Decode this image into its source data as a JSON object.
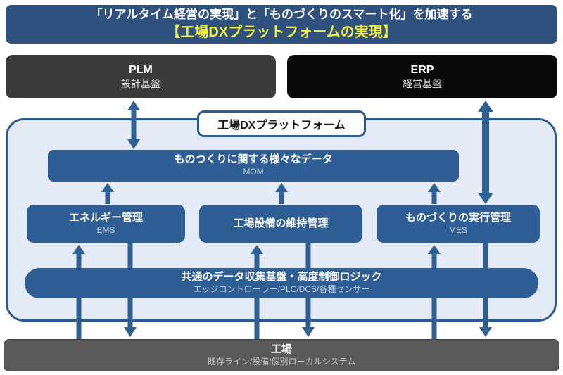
{
  "banner": {
    "line1": "「リアルタイム経営の実現」と「ものづくりのスマート化」を加速する",
    "line2": "【工場DXプラットフォームの実現】"
  },
  "plm": {
    "title": "PLM",
    "subtitle": "設計基盤"
  },
  "erp": {
    "title": "ERP",
    "subtitle": "経営基盤"
  },
  "platform": {
    "label": "工場DXプラットフォーム",
    "mom": {
      "title": "ものつくりに関する様々なデータ",
      "subtitle": "MOM"
    },
    "ems": {
      "title": "エネルギー管理",
      "subtitle": "EMS"
    },
    "maintenance": {
      "title": "工場設備の維持管理"
    },
    "mes": {
      "title": "ものづくりの実行管理",
      "subtitle": "MES"
    },
    "common": {
      "title": "共通のデータ収集基盤・高度制御ロジック",
      "subtitle": "エッジコントローラー/PLC/DCS/各種センサー"
    }
  },
  "factory": {
    "title": "工場",
    "subtitle": "既存ライン/設備/個別ローカルシステム"
  },
  "colors": {
    "banner_blue": "#2f517e",
    "accent_yellow": "#f5f23a",
    "box_blue": "#2e5e93",
    "container_fill": "#e4ebf6",
    "container_border": "#2b5c8f",
    "arrow_blue": "#2e6094",
    "plm_gray": "#3b3b3b",
    "erp_black": "#0a0a0a",
    "factory_gray": "#595959"
  }
}
